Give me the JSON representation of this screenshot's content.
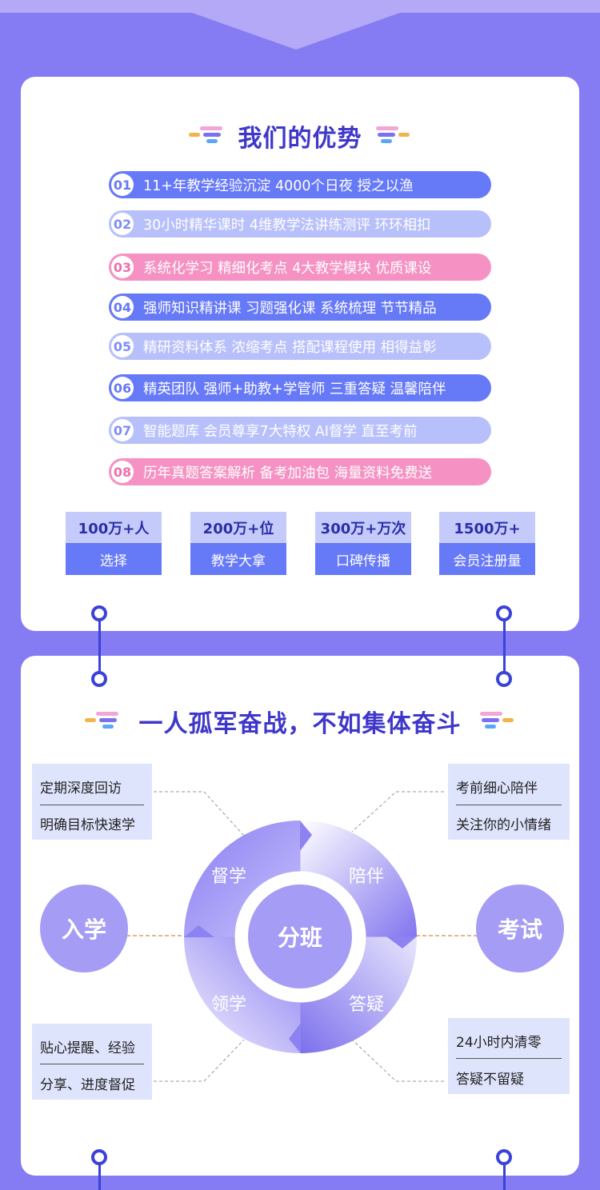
{
  "advantages": {
    "title": "我们的优势",
    "items": [
      {
        "num": "01",
        "text": "11+年教学经验沉淀 4000个日夜  授之以渔"
      },
      {
        "num": "02",
        "text": "30小时精华课时 4维教学法讲练测评 环环相扣"
      },
      {
        "num": "03",
        "text": "系统化学习 精细化考点  4大教学模块 优质课设"
      },
      {
        "num": "04",
        "text": "强师知识精讲课 习题强化课 系统梳理 节节精品"
      },
      {
        "num": "05",
        "text": "精研资料体系 浓缩考点 搭配课程使用 相得益彰"
      },
      {
        "num": "06",
        "text": "精英团队 强师+助教+学管师 三重答疑 温馨陪伴"
      },
      {
        "num": "07",
        "text": "智能题库 会员尊享7大特权 AI督学 直至考前"
      },
      {
        "num": "08",
        "text": "历年真题答案解析 备考加油包  海量资料免费送"
      }
    ],
    "stats": [
      {
        "value": "100万+人",
        "label": "选择"
      },
      {
        "value": "200万+位",
        "label": "教学大拿"
      },
      {
        "value": "300万+万次",
        "label": "口碑传播"
      },
      {
        "value": "1500万+",
        "label": "会员注册量"
      }
    ]
  },
  "team": {
    "title": "一人孤军奋战，不如集体奋斗",
    "center": "分班",
    "start": "入学",
    "end": "考试",
    "ring": {
      "top_left": "督学",
      "top_right": "陪伴",
      "bottom_left": "领学",
      "bottom_right": "答疑"
    },
    "notes": {
      "top_left": [
        "定期深度回访",
        "明确目标快速学"
      ],
      "top_right": [
        "考前细心陪伴",
        "关注你的小情绪"
      ],
      "bottom_left": [
        "贴心提醒、经验",
        "分享、进度督促"
      ],
      "bottom_right": [
        "24小时内清零",
        "答疑不留疑"
      ]
    }
  },
  "colors": {
    "background": "#857bf2",
    "accent_blue": "#6679f7",
    "accent_light": "#b8c0fb",
    "accent_pink": "#f592c3",
    "title": "#3f37c9"
  }
}
